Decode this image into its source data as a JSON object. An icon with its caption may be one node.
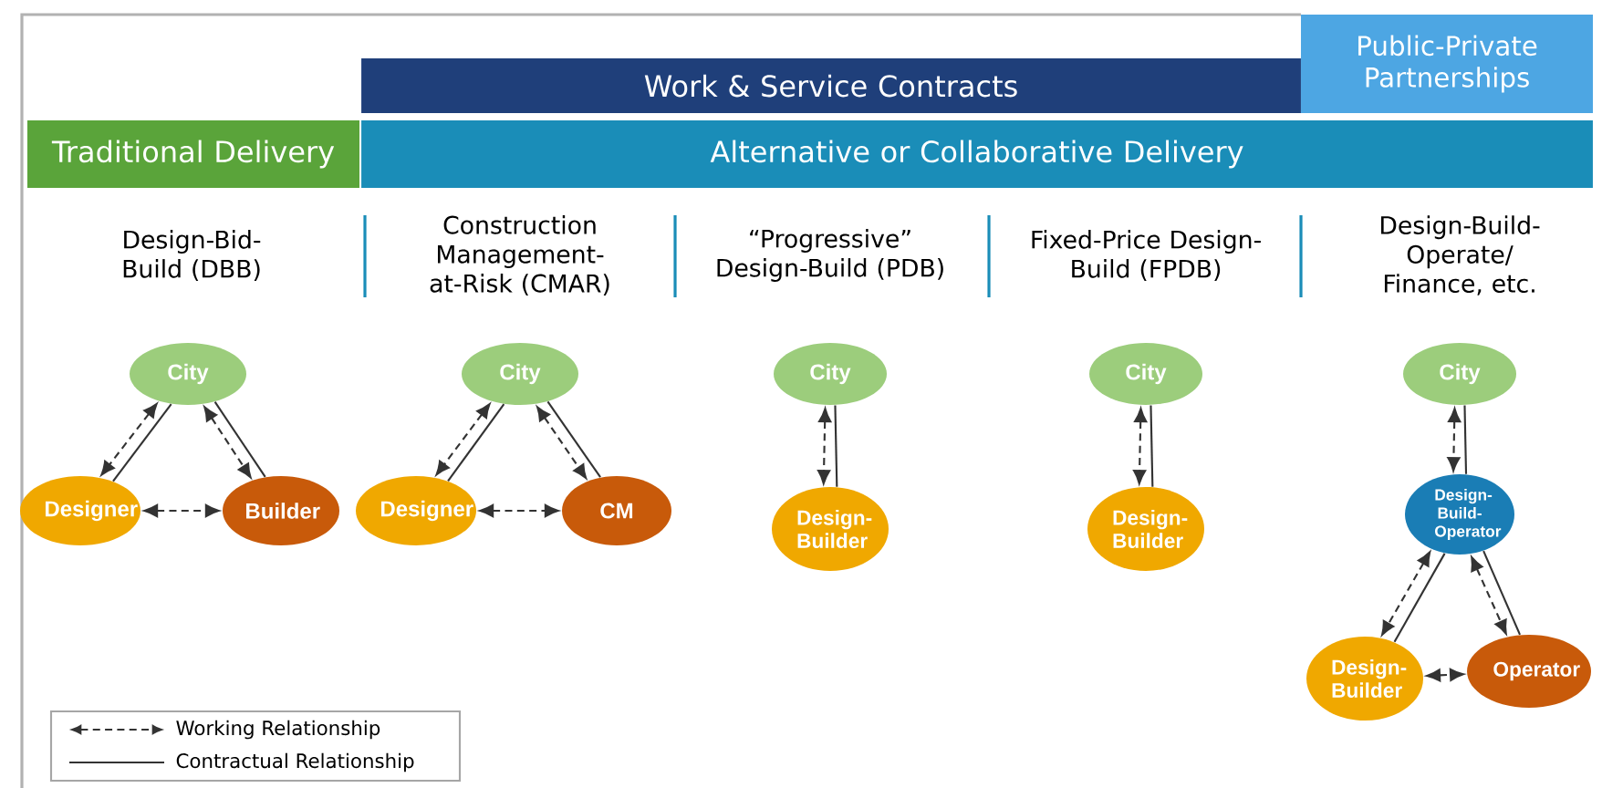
{
  "diagram": {
    "nodes": [
      {
        "text": [
          "Work & Service Contracts"
        ]
      },
      {
        "text": [
          "Public-Private Partnerships"
        ]
      },
      {
        "text": [
          "Traditional Delivery"
        ]
      },
      {
        "text": [
          "Alternative or Collaborative Delivery"
        ]
      },
      {
        "text": [
          "City"
        ]
      },
      {
        "text": [
          "Designer"
        ]
      },
      {
        "text": [
          "Builder"
        ]
      },
      {
        "text": [
          "City"
        ]
      },
      {
        "text": [
          "Designer"
        ]
      },
      {
        "text": [
          "CM"
        ]
      },
      {
        "text": [
          "City"
        ]
      },
      {
        "text": [
          "Design-Builder"
        ]
      },
      {
        "text": [
          "City"
        ]
      },
      {
        "text": [
          "Design-Builder"
        ]
      },
      {
        "text": [
          "City"
        ]
      },
      {
        "text": [
          "Design-Build-Operator"
        ]
      },
      {
        "text": [
          "Design-Builder"
        ]
      },
      {
        "text": [
          "Operator"
        ]
      }
    ],
    "edges": [
      {
        "from": 4,
        "to": 5,
        "arrow": "both",
        "style": "dashed"
      },
      {
        "from": 4,
        "to": 5,
        "arrow": "none"
      },
      {
        "from": 4,
        "to": 6,
        "arrow": "both",
        "style": "dashed"
      },
      {
        "from": 4,
        "to": 6,
        "arrow": "none"
      },
      {
        "from": 5,
        "to": 6,
        "arrow": "both",
        "style": "dashed"
      },
      {
        "from": 7,
        "to": 8,
        "arrow": "both",
        "style": "dashed"
      },
      {
        "from": 7,
        "to": 8,
        "arrow": "none"
      },
      {
        "from": 7,
        "to": 9,
        "arrow": "both",
        "style": "dashed"
      },
      {
        "from": 7,
        "to": 9,
        "arrow": "none"
      },
      {
        "from": 8,
        "to": 9,
        "arrow": "both",
        "style": "dashed"
      },
      {
        "from": 10,
        "to": 11,
        "arrow": "both",
        "style": "dashed"
      },
      {
        "from": 10,
        "to": 11,
        "arrow": "none"
      },
      {
        "from": 12,
        "to": 13,
        "arrow": "both",
        "style": "dashed"
      },
      {
        "from": 12,
        "to": 13,
        "arrow": "none"
      },
      {
        "from": 14,
        "to": 15,
        "arrow": "both",
        "style": "dashed"
      },
      {
        "from": 14,
        "to": 15,
        "arrow": "none"
      },
      {
        "from": 15,
        "to": 16,
        "arrow": "both",
        "style": "dashed"
      },
      {
        "from": 15,
        "to": 16,
        "arrow": "none"
      },
      {
        "from": 15,
        "to": 17,
        "arrow": "both",
        "style": "dashed"
      },
      {
        "from": 15,
        "to": 17,
        "arrow": "none"
      },
      {
        "from": 16,
        "to": 17,
        "arrow": "both",
        "style": "dashed"
      }
    ],
    "labels": [
      "Design-Bid-Build (DBB)",
      "Construction Management-at-Risk (CMAR)",
      "“Progressive” Design-Build (PDB)",
      "Fixed-Price Design-Build (FPDB)",
      "Design-Build-Operate/ Finance, etc."
    ],
    "legend": [
      {
        "text": "Working Relationship"
      },
      {
        "text": "Contractual Relationship"
      }
    ]
  }
}
